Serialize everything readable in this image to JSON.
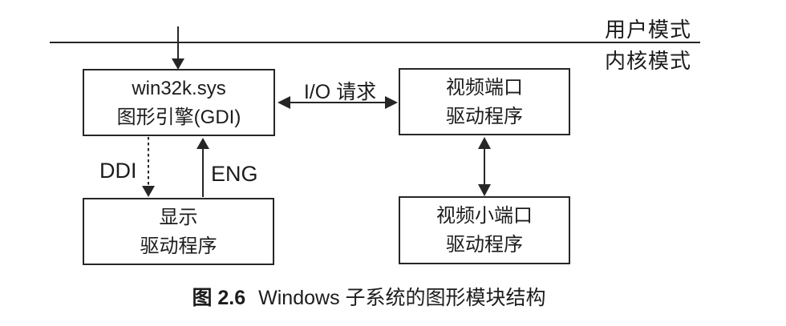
{
  "diagram": {
    "modes": {
      "user": "用户模式",
      "kernel": "内核模式"
    },
    "boxes": {
      "gdi": {
        "line1": "win32k.sys",
        "line2": "图形引擎(GDI)"
      },
      "video_port": {
        "line1": "视频端口",
        "line2": "驱动程序"
      },
      "display": {
        "line1": "显示",
        "line2": "驱动程序"
      },
      "video_miniport": {
        "line1": "视频小端口",
        "line2": "驱动程序"
      }
    },
    "arrows": {
      "io_label": "I/O 请求",
      "ddi_label": "DDI",
      "eng_label": "ENG"
    },
    "caption": {
      "figure_no": "图 2.6",
      "title": "Windows 子系统的图形模块结构"
    },
    "colors": {
      "line": "#262626",
      "background": "#ffffff"
    }
  }
}
